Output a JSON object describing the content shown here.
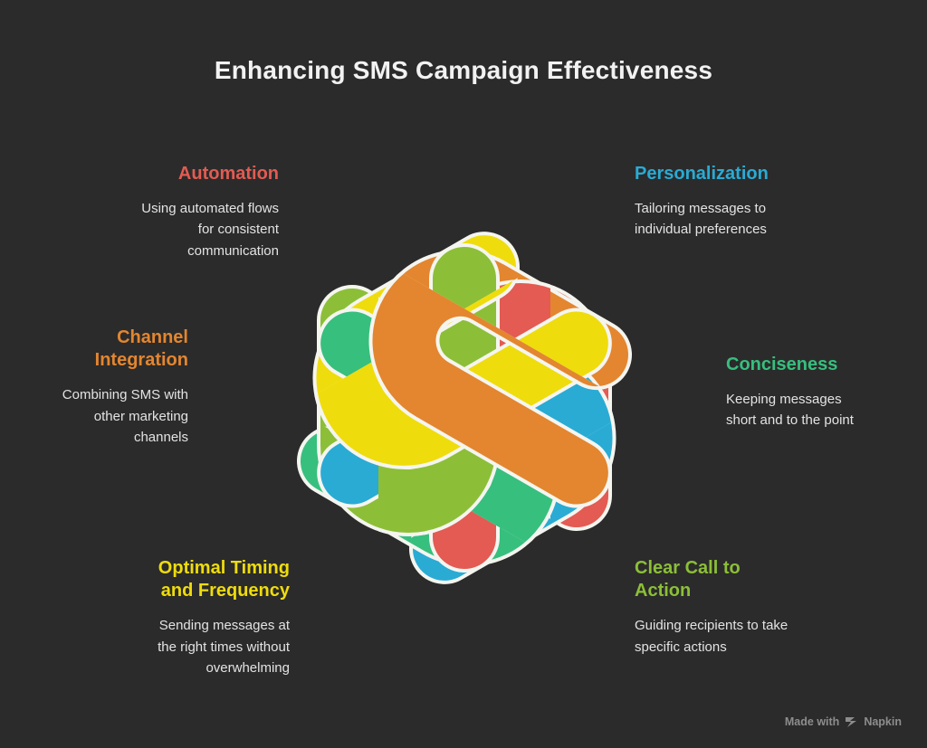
{
  "page": {
    "title": "Enhancing SMS Campaign Effectiveness",
    "background_color": "#2b2b2b"
  },
  "watermark": {
    "text_before": "Made with",
    "brand": "Napkin",
    "logo_icon": "napkin-logo-icon"
  },
  "items": [
    {
      "id": "automation",
      "heading": "Automation",
      "body": "Using automated flows\nfor consistent\ncommunication",
      "color": "#e35b52",
      "align": "right"
    },
    {
      "id": "personalization",
      "heading": "Personalization",
      "body": "Tailoring messages to\nindividual preferences",
      "color": "#29abd4",
      "align": "left"
    },
    {
      "id": "channel-integration",
      "heading": "Channel\nIntegration",
      "body": "Combining SMS with\nother marketing\nchannels",
      "color": "#e3862f",
      "align": "right"
    },
    {
      "id": "conciseness",
      "heading": "Conciseness",
      "body": "Keeping messages\nshort and to the point",
      "color": "#37bf7e",
      "align": "left"
    },
    {
      "id": "optimal-timing",
      "heading": "Optimal Timing\nand Frequency",
      "body": "Sending messages at\nthe right times without\noverwhelming",
      "color": "#efdc0c",
      "align": "right"
    },
    {
      "id": "clear-call-to-action",
      "heading": "Clear Call to\nAction",
      "body": "Guiding recipients to take\nspecific actions",
      "color": "#8cbf37",
      "align": "left"
    }
  ],
  "diagram": {
    "type": "six-fold-interlocking-knot",
    "outline_color": "#f5f5f0",
    "ribbon_order": [
      "#e35b52",
      "#29abd4",
      "#37bf7e",
      "#8cbf37",
      "#efdc0c",
      "#e3862f"
    ]
  }
}
